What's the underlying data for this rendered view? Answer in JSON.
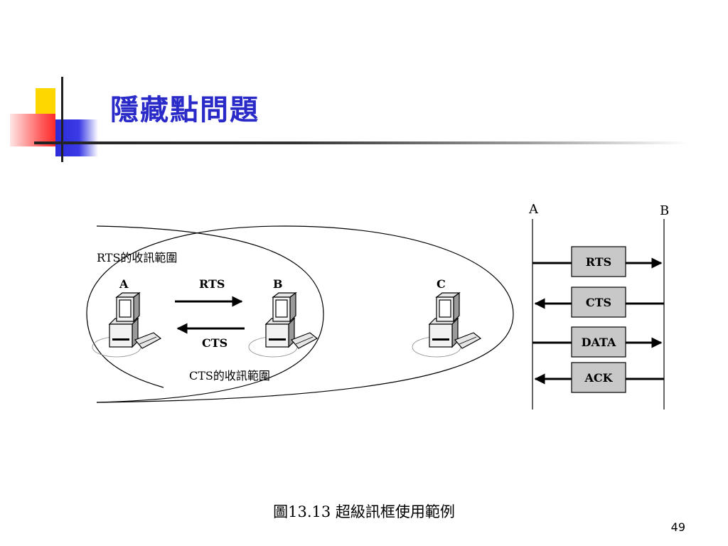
{
  "slide": {
    "title": "隱藏點問題",
    "caption": "圖13.13 超級訊框使用範例",
    "page_number": "49",
    "accent_colors": {
      "title": "#2a2ac8",
      "yellow": "#ffd700",
      "red": "#ff2a2a",
      "blue": "#2b2bd9"
    }
  },
  "figure": {
    "left_diagram": {
      "rts_range_label": "RTS的收訊範圍",
      "cts_range_label": "CTS的收訊範圍",
      "stations": [
        {
          "label": "A",
          "icon": "computer-icon"
        },
        {
          "label": "B",
          "icon": "computer-icon"
        },
        {
          "label": "C",
          "icon": "computer-icon"
        }
      ],
      "arrows": {
        "rts": "RTS",
        "cts": "CTS"
      }
    },
    "timeline": {
      "left_label": "A",
      "right_label": "B",
      "frames": [
        {
          "label": "RTS",
          "direction": "A→B"
        },
        {
          "label": "CTS",
          "direction": "B→A"
        },
        {
          "label": "DATA",
          "direction": "A→B"
        },
        {
          "label": "ACK",
          "direction": "B→A"
        }
      ]
    }
  }
}
